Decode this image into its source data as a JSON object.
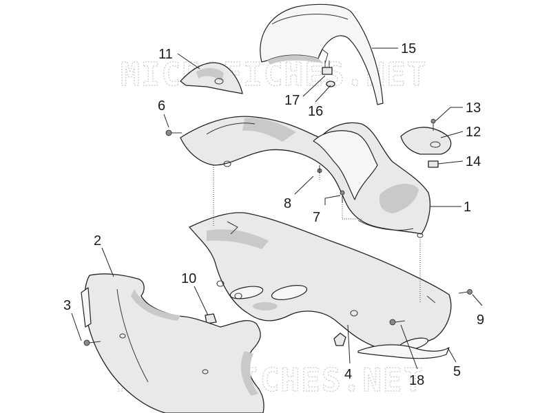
{
  "watermark": {
    "top": "MICROFICHES.NET",
    "bottom": "MICROFICHES.NET"
  },
  "callouts": [
    {
      "id": "c1",
      "label": "1"
    },
    {
      "id": "c2",
      "label": "2"
    },
    {
      "id": "c3",
      "label": "3"
    },
    {
      "id": "c4",
      "label": "4"
    },
    {
      "id": "c5",
      "label": "5"
    },
    {
      "id": "c6",
      "label": "6"
    },
    {
      "id": "c7",
      "label": "7"
    },
    {
      "id": "c8",
      "label": "8"
    },
    {
      "id": "c9",
      "label": "9"
    },
    {
      "id": "c10",
      "label": "10"
    },
    {
      "id": "c11",
      "label": "11"
    },
    {
      "id": "c12",
      "label": "12"
    },
    {
      "id": "c13",
      "label": "13"
    },
    {
      "id": "c14",
      "label": "14"
    },
    {
      "id": "c15",
      "label": "15"
    },
    {
      "id": "c16",
      "label": "16"
    },
    {
      "id": "c17",
      "label": "17"
    },
    {
      "id": "c18",
      "label": "18"
    }
  ]
}
